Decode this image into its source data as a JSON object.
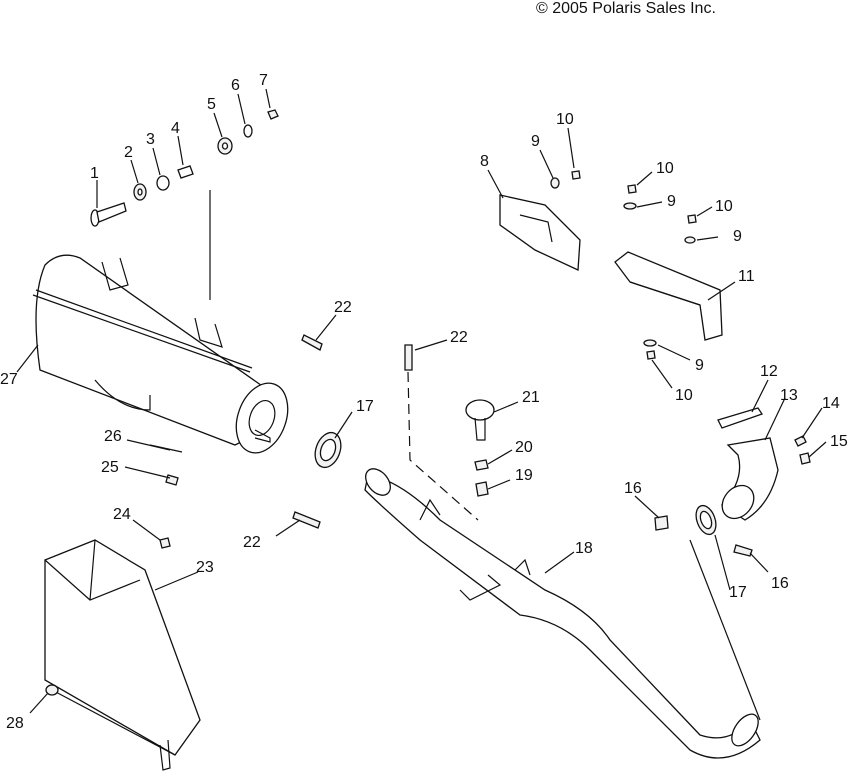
{
  "copyright": "© 2005 Polaris Sales Inc.",
  "callouts": [
    "1",
    "2",
    "3",
    "4",
    "5",
    "6",
    "7",
    "8",
    "9",
    "10",
    "11",
    "12",
    "13",
    "14",
    "15",
    "16",
    "17",
    "18",
    "19",
    "20",
    "21",
    "22",
    "23",
    "24",
    "25",
    "26",
    "27",
    "28"
  ]
}
